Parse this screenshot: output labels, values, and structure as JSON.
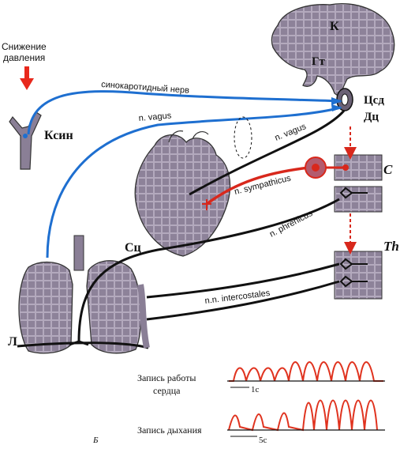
{
  "stimulus": {
    "label_line1": "Снижение",
    "label_line2": "давления"
  },
  "organs": {
    "brain_cortex": "К",
    "hypothalamus": "Гт",
    "vasomotor_center": "Цсд",
    "respiratory_center": "Дц",
    "carotid_sinus": "Ксин",
    "heart": "Сц",
    "lungs": "Л",
    "spinal_cervical": "C",
    "spinal_thoracic": "Th"
  },
  "nerves": {
    "sinocarotid": "синокаротидный нерв",
    "vagus_left": "n. vagus",
    "vagus_right": "n. vagus",
    "sympathicus": "n. sympathicus",
    "phrenicus": "n. phrenicus",
    "intercostales": "n.n. intercostales"
  },
  "recordings": {
    "heart_line1": "Запись работы",
    "heart_line2": "сердца",
    "heart_scale": "1с",
    "breath_label": "Запись дыхания",
    "breath_scale": "5с"
  },
  "figure_letter": "Б",
  "colors": {
    "afferent": "#1e6fd0",
    "sympathetic": "#d8281c",
    "efferent": "#111111",
    "organ": "#8a7f96",
    "trace": "#e0331f"
  }
}
